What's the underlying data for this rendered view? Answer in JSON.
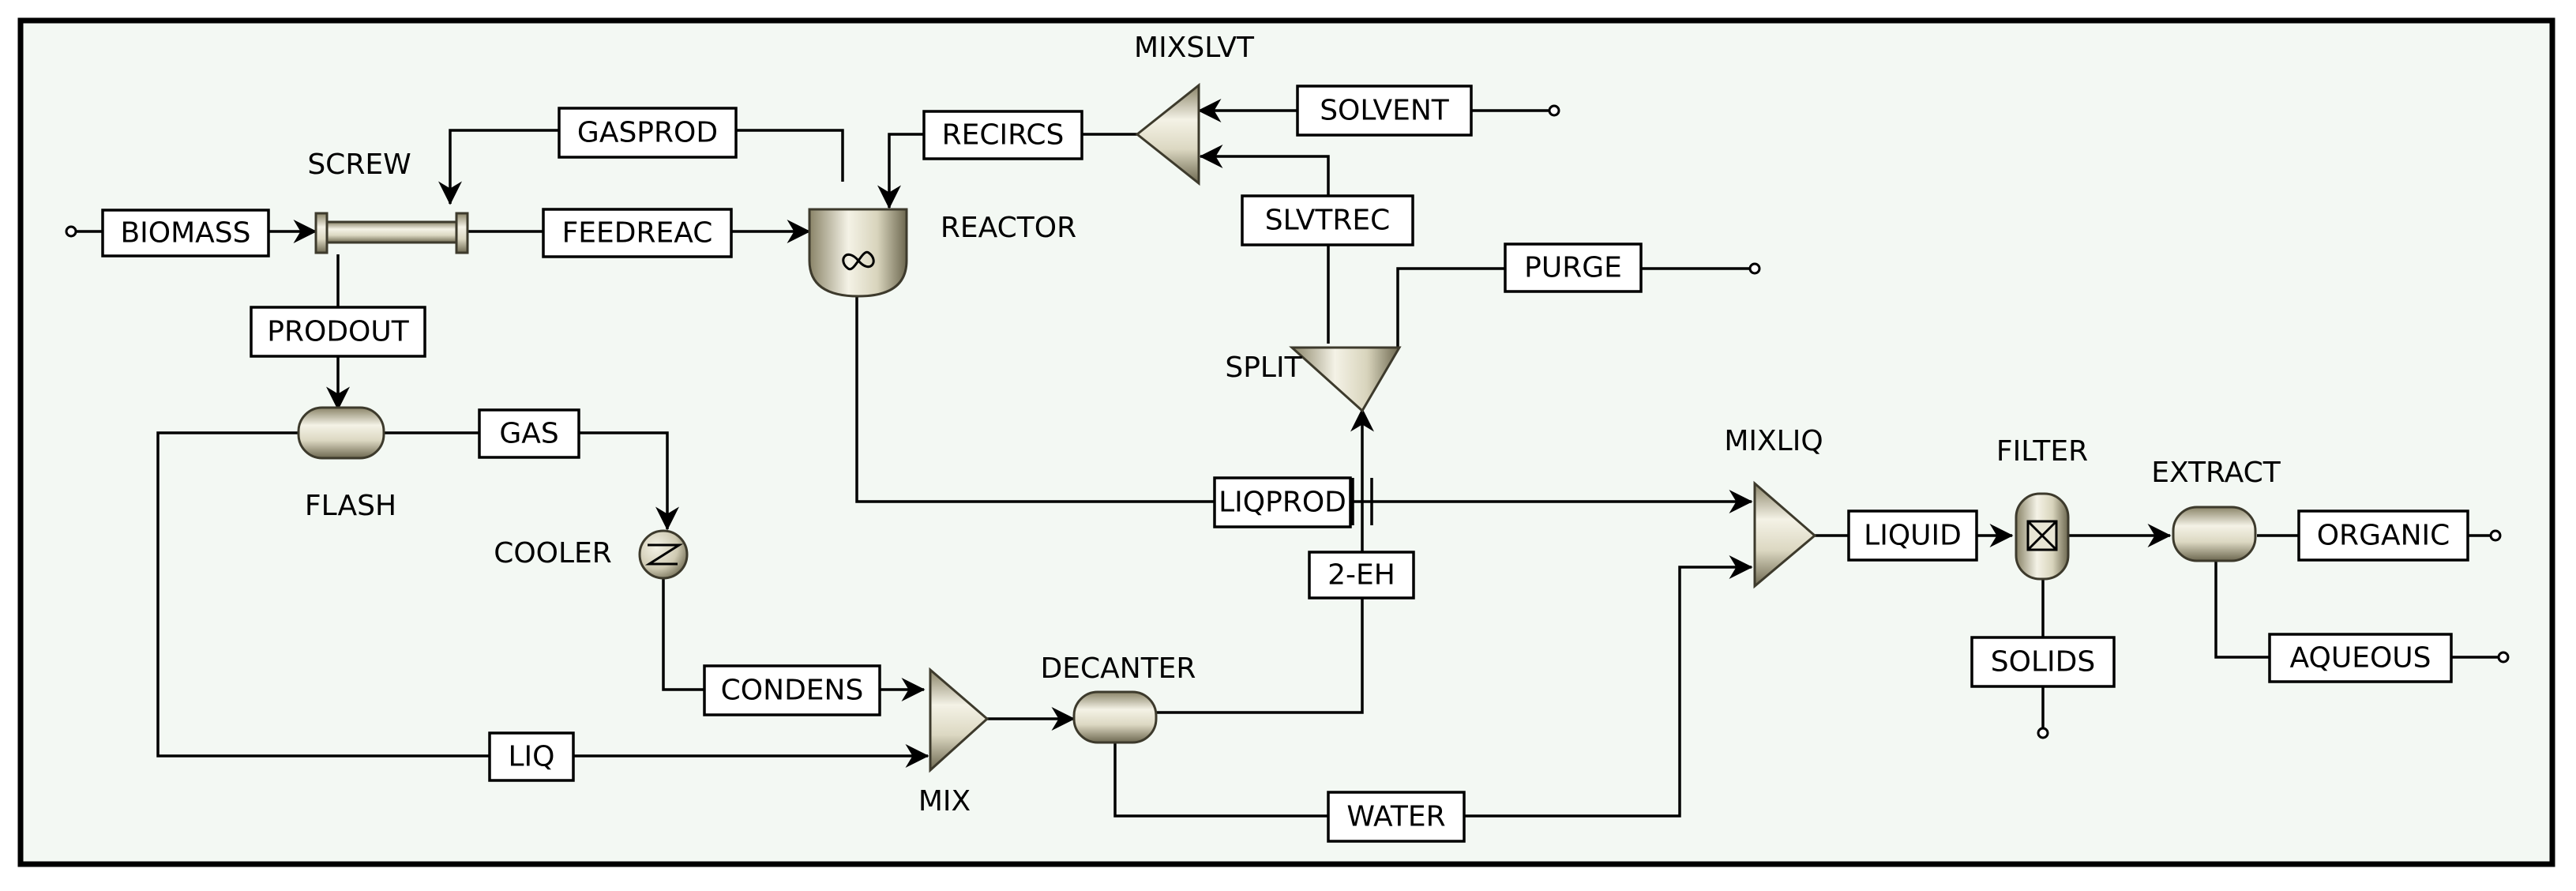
{
  "colors": {
    "background": "#f3f8f3",
    "frame": "#000000",
    "equipment_fill": "#d8d4bc",
    "equipment_dark": "#7a7560",
    "equipment_light": "#f4f2e6",
    "line": "#000000"
  },
  "blocks": {
    "screw": "SCREW",
    "reactor": "REACTOR",
    "mixslvt": "MIXSLVT",
    "split": "SPLIT",
    "flash": "FLASH",
    "cooler": "COOLER",
    "mix": "MIX",
    "decanter": "DECANTER",
    "mixliq": "MIXLIQ",
    "filter": "FILTER",
    "extract": "EXTRACT"
  },
  "streams": {
    "biomass": "BIOMASS",
    "gasprod": "GASPROD",
    "feedreac": "FEEDREAC",
    "recircs": "RECIRCS",
    "solvent": "SOLVENT",
    "slvtrec": "SLVTREC",
    "purge": "PURGE",
    "prodout": "PRODOUT",
    "gas": "GAS",
    "liqprod": "LIQPROD",
    "two_eh": "2-EH",
    "liquid": "LIQUID",
    "organic": "ORGANIC",
    "aqueous": "AQUEOUS",
    "solids": "SOLIDS",
    "condens": "CONDENS",
    "liq": "LIQ",
    "water": "WATER"
  }
}
